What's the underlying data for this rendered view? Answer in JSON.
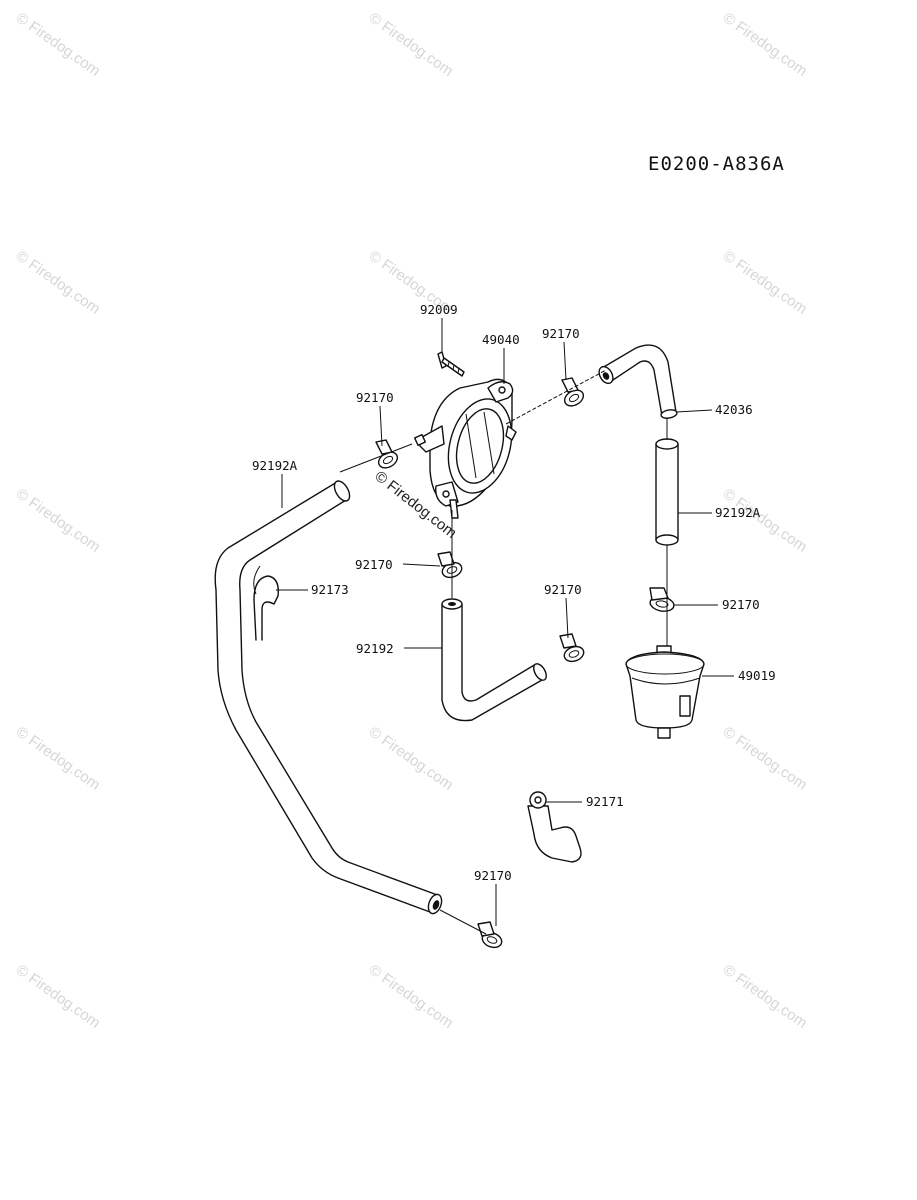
{
  "diagram_code": "E0200-A836A",
  "watermark": {
    "text": "© Firedog.com",
    "center_text": "© Firedog.com"
  },
  "parts": {
    "screw": "92009",
    "fuel_pump": "49040",
    "clamp_pump_outlet": "92170",
    "clamp_pump_inlet": "92170",
    "clamp_pump_bottom": "92170",
    "clamp_right_top": "92170",
    "clamp_filter_top": "92170",
    "clamp_bottom": "92170",
    "hose_elbow": "42036",
    "hose_long_left": "92192A",
    "hose_right": "92192A",
    "hose_short": "92192",
    "clip_left": "92173",
    "clamp_holder": "92171",
    "fuel_filter": "49019"
  },
  "colors": {
    "ink": "#111111",
    "watermark": "#d6d6d6",
    "background": "#ffffff"
  }
}
